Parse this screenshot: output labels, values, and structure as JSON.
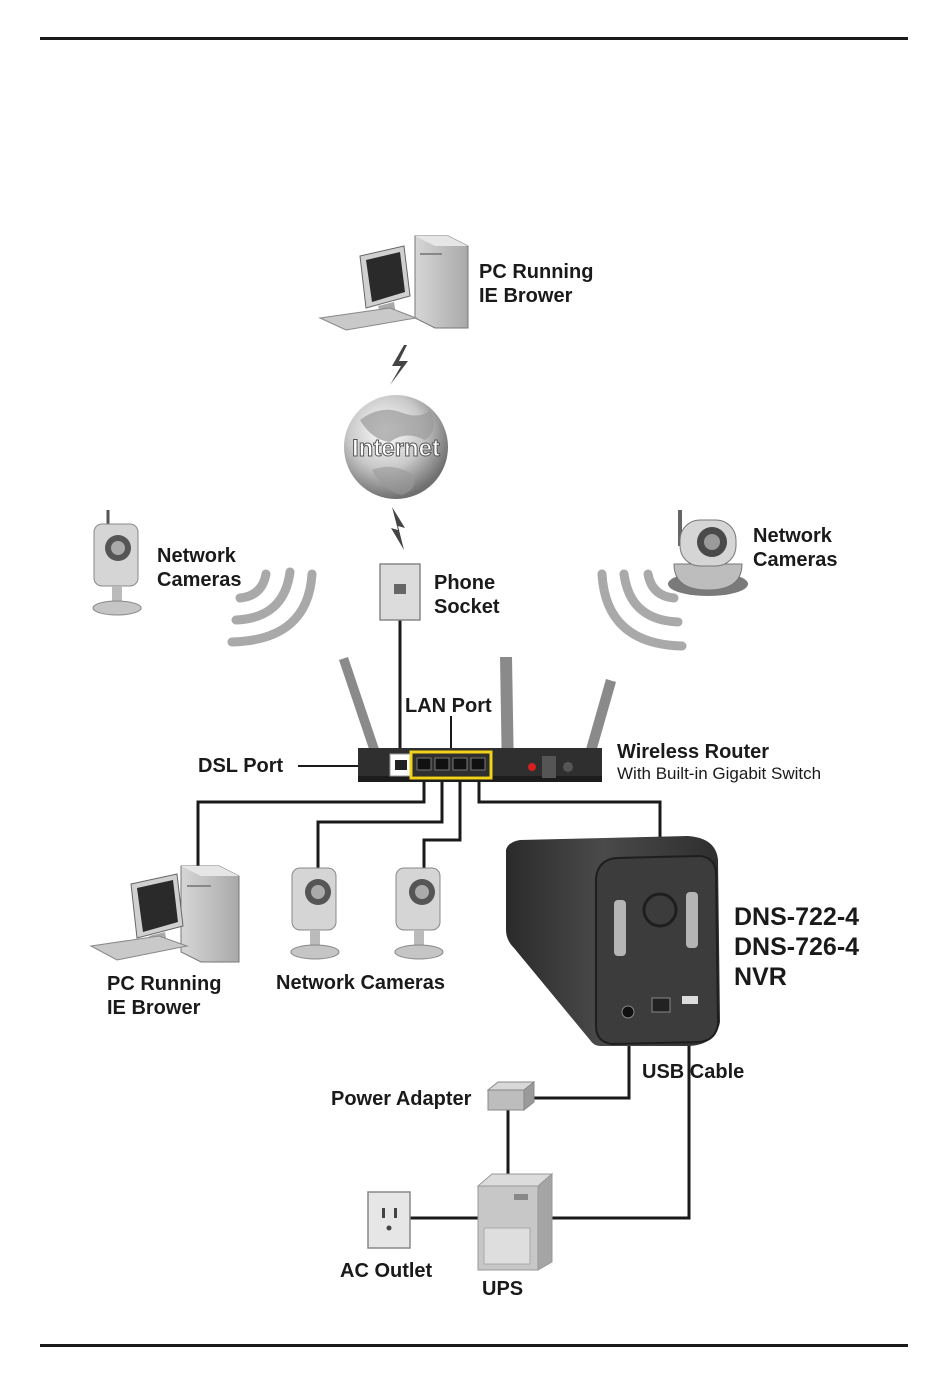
{
  "labels": {
    "pc_top_line1": "PC Running",
    "pc_top_line2": "IE Brower",
    "internet": "Internet",
    "cam_left_line1": "Network",
    "cam_left_line2": "Cameras",
    "cam_right_line1": "Network",
    "cam_right_line2": "Cameras",
    "phone_line1": "Phone",
    "phone_line2": "Socket",
    "lan_port": "LAN Port",
    "dsl_port": "DSL Port",
    "router_line1": "Wireless Router",
    "router_line2": "With Built-in Gigabit Switch",
    "pc_bottom_line1": "PC Running",
    "pc_bottom_line2": "IE Brower",
    "network_cameras": "Network Cameras",
    "nvr_line1": "DNS-722-4",
    "nvr_line2": "DNS-726-4",
    "nvr_line3": "NVR",
    "usb_cable": "USB Cable",
    "power_adapter": "Power Adapter",
    "ac_outlet": "AC Outlet",
    "ups": "UPS"
  },
  "icons": [
    "desktop-pc-icon",
    "internet-globe-icon",
    "lightning-icon",
    "network-camera-icon",
    "ptz-camera-icon",
    "wireless-signal-icon",
    "phone-socket-icon",
    "wireless-router-icon",
    "nvr-storage-icon",
    "power-adapter-icon",
    "ac-outlet-icon",
    "ups-icon"
  ],
  "colors": {
    "line": "#1a1a1a",
    "lan_highlight": "#f2d21a",
    "device_gray": "#b5b5b5",
    "nvr_body": "#3a3a3a"
  }
}
